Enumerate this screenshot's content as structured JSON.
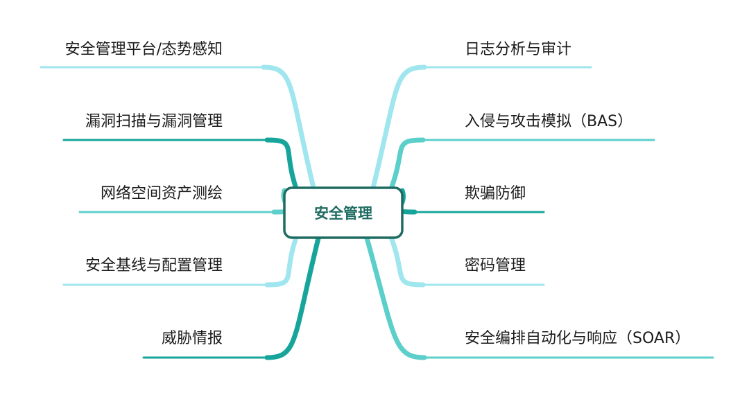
{
  "colors": {
    "light": "#9fe6ee",
    "mid": "#5ccfcb",
    "dark": "#17a59b",
    "center_border": "#1e6b61",
    "center_text": "#1e6b61",
    "label_text": "#1a1a1a",
    "background": "#ffffff"
  },
  "center": {
    "label": "安全管理"
  },
  "branches": {
    "left": [
      {
        "label": "安全管理平台/态势感知",
        "tone": "light"
      },
      {
        "label": "漏洞扫描与漏洞管理",
        "tone": "dark"
      },
      {
        "label": "网络空间资产测绘",
        "tone": "mid"
      },
      {
        "label": "安全基线与配置管理",
        "tone": "light"
      },
      {
        "label": "威胁情报",
        "tone": "dark"
      }
    ],
    "right": [
      {
        "label": "日志分析与审计",
        "tone": "light"
      },
      {
        "label": "入侵与攻击模拟（BAS）",
        "tone": "mid"
      },
      {
        "label": "欺骗防御",
        "tone": "dark"
      },
      {
        "label": "密码管理",
        "tone": "light"
      },
      {
        "label": "安全编排自动化与响应（SOAR）",
        "tone": "mid"
      }
    ]
  }
}
